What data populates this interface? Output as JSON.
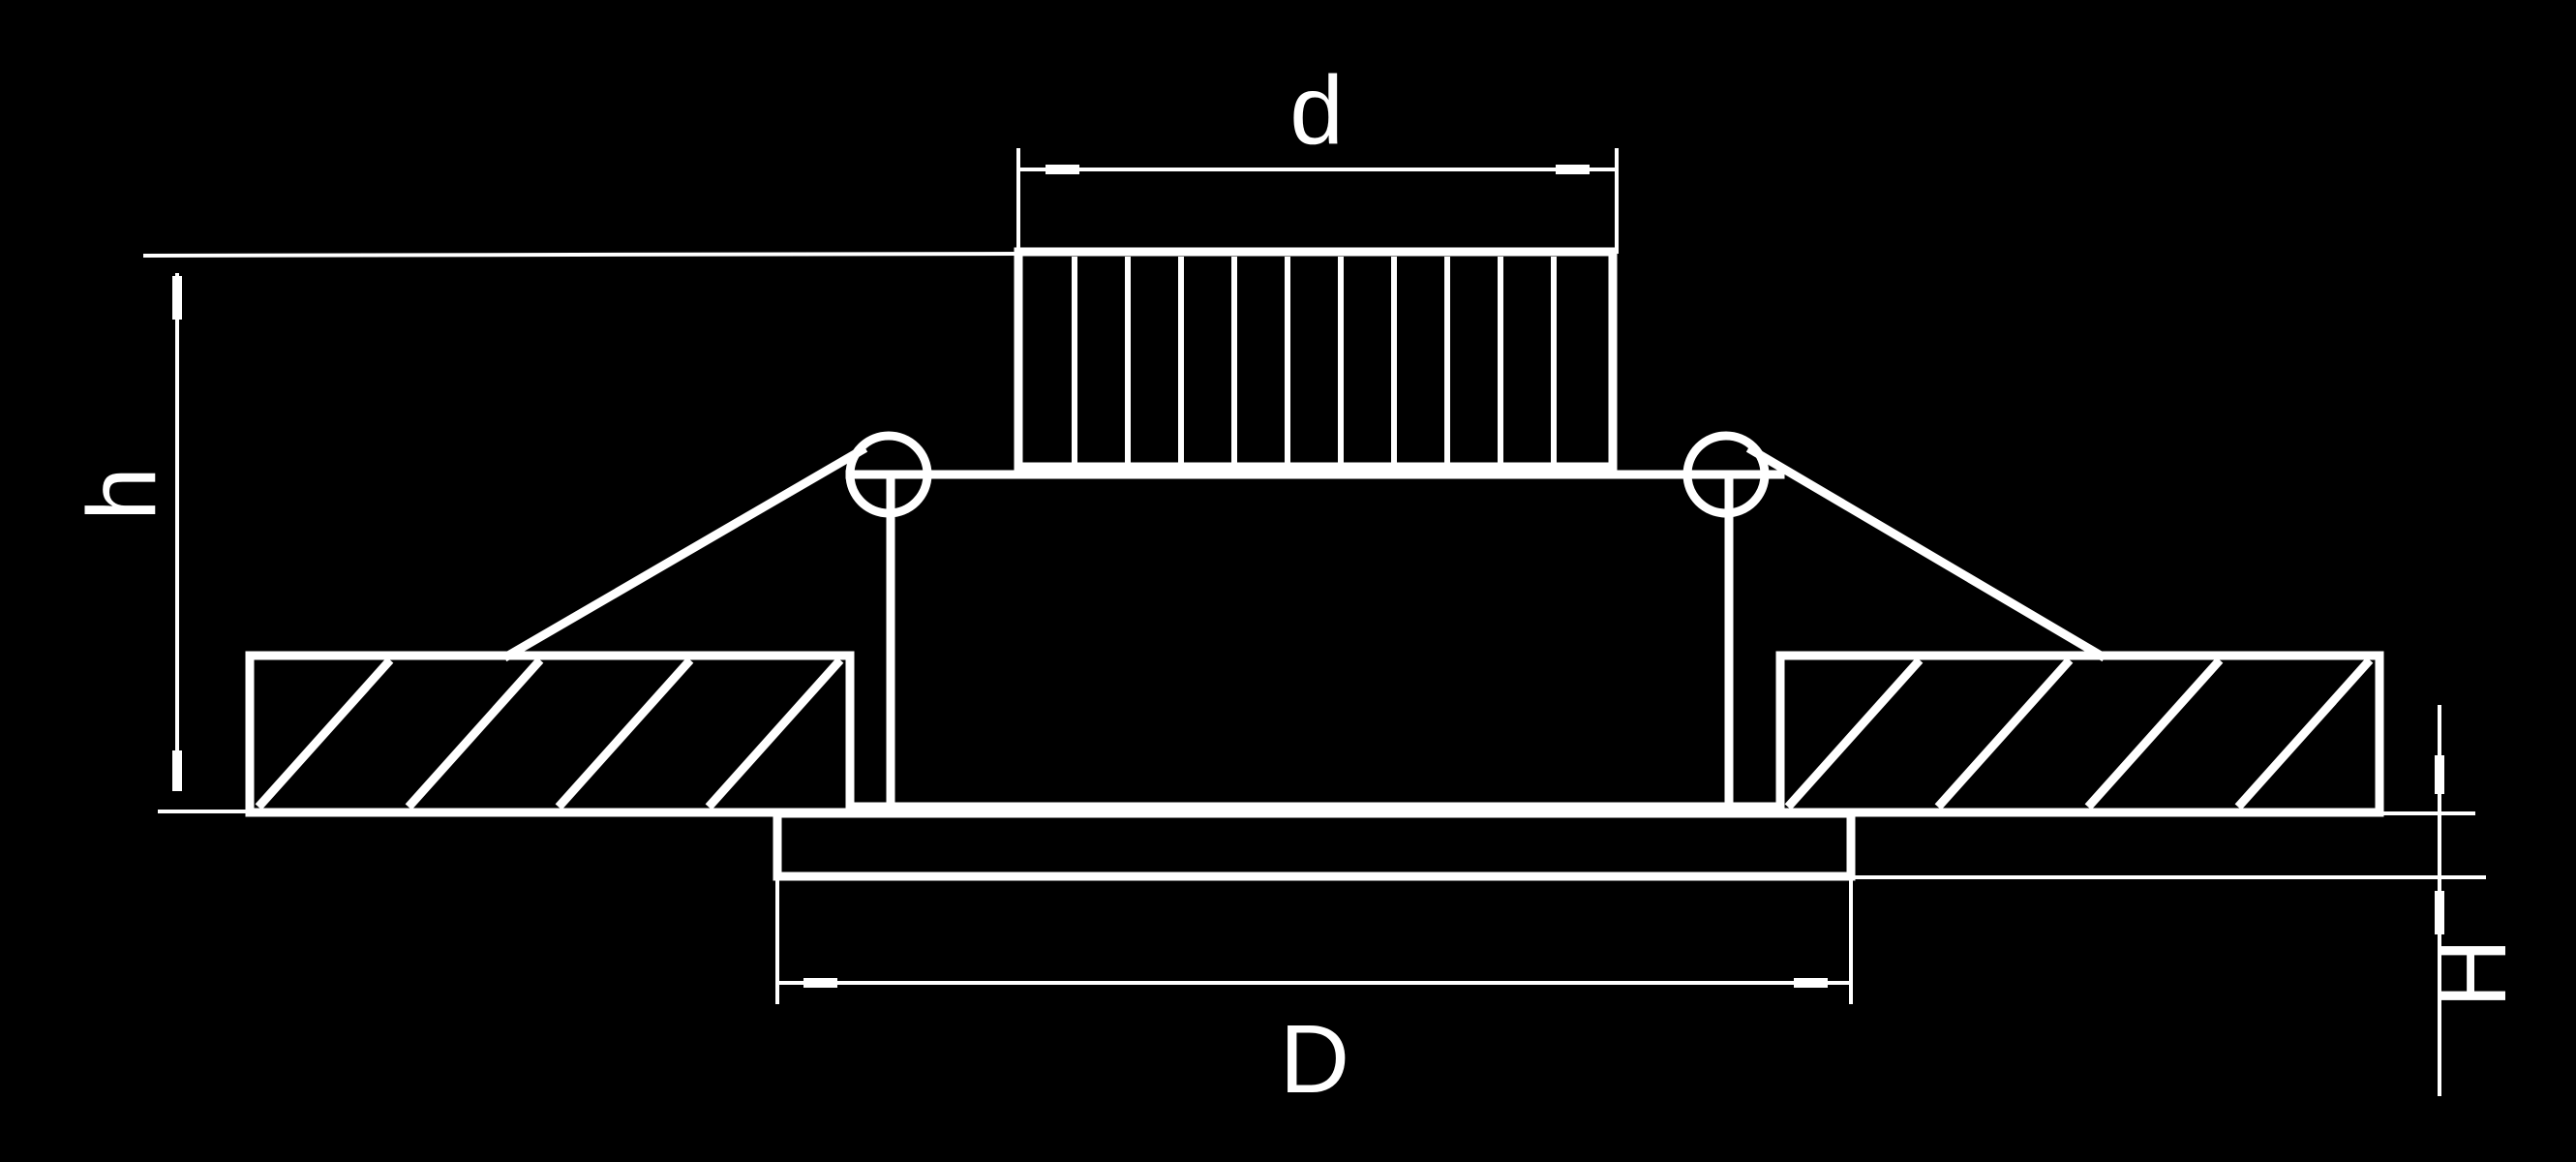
{
  "labels": {
    "d": "d",
    "h": "h",
    "D": "D",
    "H": "H"
  },
  "colors": {
    "background": "#000000",
    "stroke": "#ffffff"
  }
}
